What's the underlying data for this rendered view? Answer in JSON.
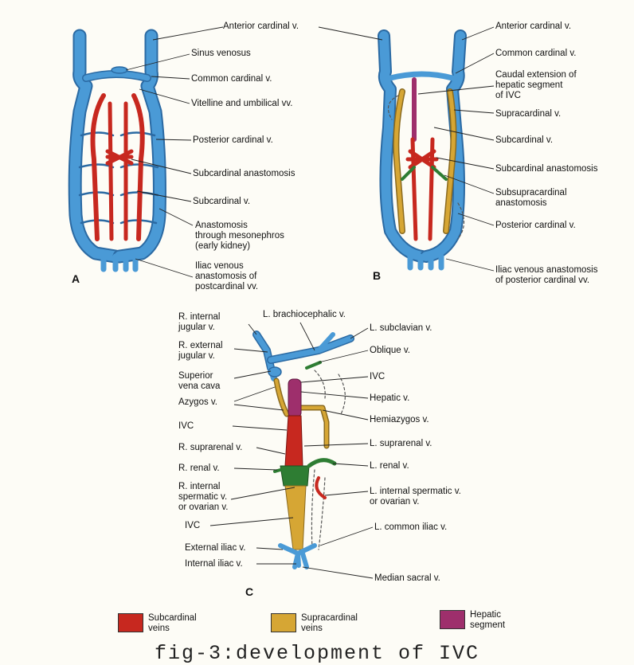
{
  "colors": {
    "cardinal": "#4a9ad6",
    "subcardinal": "#c7281f",
    "supracardinal": "#d6a634",
    "hepatic": "#9e2f6c",
    "anastomosis": "#2e7d33"
  },
  "panel_a": {
    "letter": "A",
    "labels": {
      "anterior_cardinal": "Anterior cardinal v.",
      "sinus_venosus": "Sinus venosus",
      "common_cardinal": "Common cardinal v.",
      "vitelline": "Vitelline and umbilical vv.",
      "posterior_cardinal": "Posterior cardinal v.",
      "subcardinal_anastomosis": "Subcardinal anastomosis",
      "subcardinal": "Subcardinal v.",
      "mesonephros": "Anastomosis\nthrough mesonephros\n(early kidney)",
      "iliac": "Iliac venous\nanastomosis of\npostcardinal vv."
    }
  },
  "panel_b": {
    "letter": "B",
    "labels": {
      "anterior_cardinal": "Anterior cardinal v.",
      "common_cardinal": "Common cardinal v.",
      "caudal_extension": "Caudal extension of\nhepatic segment\nof IVC",
      "supracardinal": "Supracardinal v.",
      "subcardinal": "Subcardinal v.",
      "subcardinal_anastomosis": "Subcardinal anastomosis",
      "subsupracardinal": "Subsupracardinal\nanastomosis",
      "posterior_cardinal": "Posterior cardinal v.",
      "iliac": "Iliac venous anastomosis\nof posterior cardinal vv."
    }
  },
  "panel_c": {
    "letter": "C",
    "labels": {
      "r_internal_jugular": "R. internal\njugular v.",
      "r_external_jugular": "R. external\njugular v.",
      "superior_vena_cava": "Superior\nvena cava",
      "azygos": "Azygos v.",
      "ivc_upper": "IVC",
      "r_suprarenal": "R. suprarenal v.",
      "r_renal": "R. renal v.",
      "r_internal_spermatic": "R. internal\nspermatic v.\nor ovarian v.",
      "ivc_lower": "IVC",
      "external_iliac": "External iliac v.",
      "internal_iliac": "Internal iliac v.",
      "l_brachiocephalic": "L. brachiocephalic v.",
      "l_subclavian": "L. subclavian v.",
      "oblique": "Oblique v.",
      "ivc_right": "IVC",
      "hepatic": "Hepatic v.",
      "hemiazygos": "Hemiazygos v.",
      "l_suprarenal": "L. suprarenal v.",
      "l_renal": "L. renal v.",
      "l_internal_spermatic": "L. internal spermatic v.\nor ovarian v.",
      "l_common_iliac": "L. common iliac v.",
      "median_sacral": "Median sacral v."
    }
  },
  "legend": [
    {
      "label": "Subcardinal\nveins",
      "color": "#c7281f"
    },
    {
      "label": "Supracardinal\nveins",
      "color": "#d6a634"
    },
    {
      "label": "Hepatic\nsegment",
      "color": "#9e2f6c"
    }
  ],
  "caption": "fig-3:development of IVC"
}
